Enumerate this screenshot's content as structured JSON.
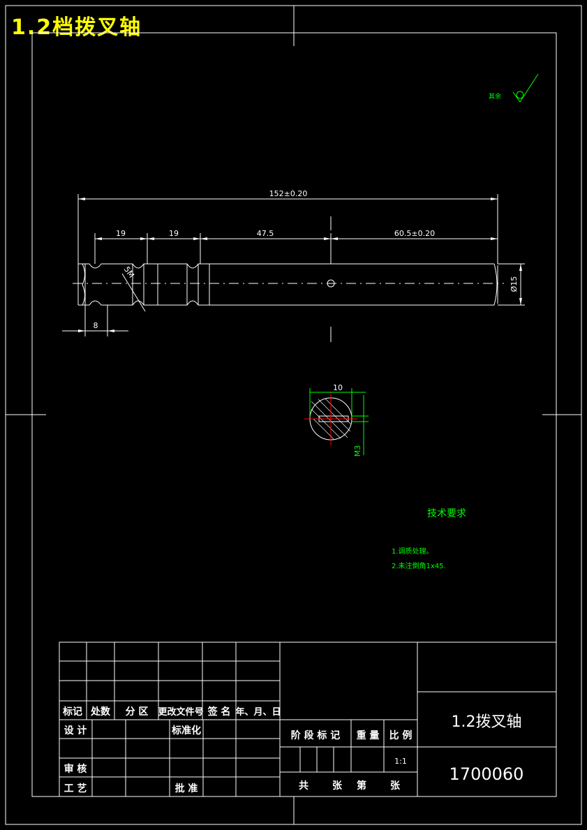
{
  "header": {
    "title": "1.2档拨叉轴"
  },
  "colors": {
    "background": "#000000",
    "lines": "#ffffff",
    "annotation": "#00ff00",
    "title": "#ffff00",
    "centerline": "#ff0000"
  },
  "roughness": {
    "label": "其余"
  },
  "dimensions": {
    "overall": "152±0.20",
    "seg1": "19",
    "seg2": "19",
    "seg3": "47.5",
    "seg4": "60.5±0.20",
    "diameter": "Ø15",
    "end_length": "8",
    "chamfer": "5M"
  },
  "section": {
    "width": "10",
    "thread": "M3"
  },
  "requirements": {
    "title": "技术要求",
    "items": [
      "1.调质处理。",
      "2.未注倒角1x45."
    ]
  },
  "title_block": {
    "headers": [
      "标记",
      "处数",
      "分 区",
      "更改文件号",
      "签 名",
      "年、月、日"
    ],
    "design": "设 计",
    "standardize": "标准化",
    "review": "审 核",
    "process": "工 艺",
    "approve": "批 准",
    "stage_mark": "阶 段 标 记",
    "weight": "重 量",
    "scale_label": "比 例",
    "scale": "1:1",
    "total": "共",
    "sheets": "张",
    "sheet_no": "第",
    "sheet_unit": "张",
    "part_name": "1.2拨叉轴",
    "drawing_no": "1700060"
  }
}
